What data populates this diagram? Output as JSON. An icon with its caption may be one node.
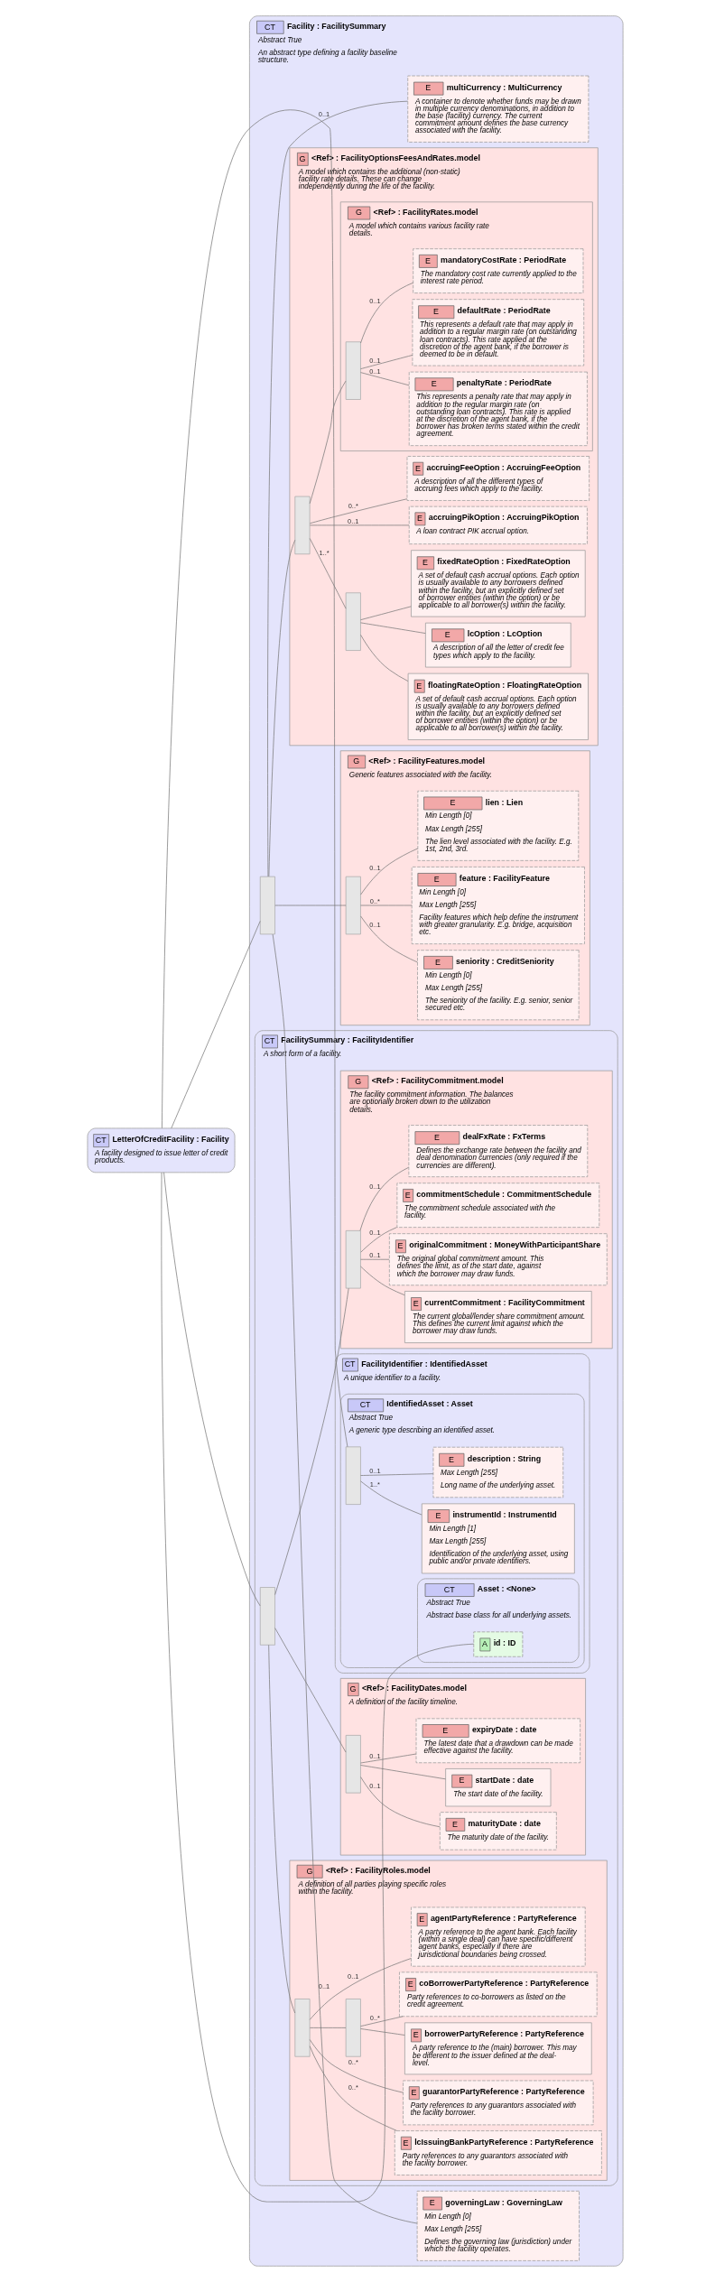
{
  "diagram": {
    "nodes": [
      {
        "text": [
          "CT",
          "LetterOfCreditFacility : Facility",
          "A facility designed to issue letter of credit products."
        ]
      },
      {
        "text": [
          "CT",
          "Facility : FacilitySummary",
          "Abstract True",
          "An abstract type defining a facility baseline structure."
        ]
      },
      {
        "text": [
          "CT",
          "FacilitySummary : FacilityIdentifier",
          "A short form of a facility."
        ],
        "in": 1
      },
      {
        "text": [
          "CT",
          "FacilityIdentifier : IdentifiedAsset",
          "A unique identifier to a facility."
        ],
        "in": 2
      },
      {
        "text": [
          "CT",
          "IdentifiedAsset : Asset",
          "Abstract True",
          "A generic type describing an identified asset."
        ],
        "in": 3
      },
      {
        "text": [
          "CT",
          "Asset : <None>",
          "Abstract True",
          "Abstract base class for all underlying assets."
        ],
        "in": 4
      },
      {
        "text": [
          "A",
          "id : ID"
        ],
        "in": 5
      },
      {
        "text": [],
        "shape": "bar",
        "in": 4
      },
      {
        "text": [
          "E",
          "instrumentId : InstrumentId",
          "Min Length [1]",
          "Max Length [255]",
          "Identification of the underlying asset, using public and/or private identifiers."
        ],
        "in": 4
      },
      {
        "text": [
          "E",
          "description : String",
          "Max Length [255]",
          "Long name of the underlying asset."
        ],
        "in": 4
      },
      {
        "text": [],
        "shape": "bar",
        "in": 2
      },
      {
        "text": [
          "G",
          "<Ref> : FacilityRoles.model",
          "A definition of all parties playing specific roles within the facility."
        ],
        "in": 2
      },
      {
        "text": [],
        "shape": "bar",
        "in": 11
      },
      {
        "text": [],
        "shape": "bar",
        "in": 11
      },
      {
        "text": [
          "E",
          "borrowerPartyReference : PartyReference",
          "A party reference to the (main) borrower. This may be different to the issuer defined at the deal-level."
        ],
        "in": 11
      },
      {
        "text": [
          "E",
          "coBorrowerPartyReference : PartyReference",
          "Party references to co-borrowers as listed on the credit agreement."
        ],
        "in": 11
      },
      {
        "text": [
          "E",
          "agentPartyReference : PartyReference",
          "A party reference to the agent bank. Each facility (within a single deal) can have specific/different agent banks, especially if there are jurisdictional boundaries being crossed."
        ],
        "in": 11
      },
      {
        "text": [
          "E",
          "lcIssuingBankPartyReference : PartyReference",
          "Party references to any guarantors associated with the facility borrower."
        ],
        "in": 11
      },
      {
        "text": [
          "E",
          "guarantorPartyReference : PartyReference",
          "Party references to any guarantors associated with the facility borrower."
        ],
        "in": 11
      },
      {
        "text": [
          "G",
          "<Ref> : FacilityDates.model",
          "A definition of the facility timeline."
        ],
        "in": 2
      },
      {
        "text": [],
        "shape": "bar",
        "in": 19
      },
      {
        "text": [
          "E",
          "startDate : date",
          "The start date of the facility."
        ],
        "in": 19
      },
      {
        "text": [
          "E",
          "expiryDate : date",
          "The latest date that a drawdown can be made effective against the facility."
        ],
        "in": 19
      },
      {
        "text": [
          "E",
          "maturityDate : date",
          "The maturity date of the facility."
        ],
        "in": 19
      },
      {
        "text": [
          "G",
          "<Ref> : FacilityCommitment.model",
          "The facility commitment information. The balances are optionally broken down to the utilization details."
        ],
        "in": 2
      },
      {
        "text": [],
        "shape": "bar",
        "in": 24
      },
      {
        "text": [
          "E",
          "currentCommitment : FacilityCommitment",
          "The current global/lender share commitment amount. This defines the current limit against which the borrower may draw funds."
        ],
        "in": 24
      },
      {
        "text": [
          "E",
          "originalCommitment : MoneyWithParticipantShare",
          "The original global commitment amount. This defines the limit, as of the start date, against which the borrower may draw funds."
        ],
        "in": 24
      },
      {
        "text": [
          "E",
          "commitmentSchedule : CommitmentSchedule",
          "The commitment schedule associated with the facility."
        ],
        "in": 24
      },
      {
        "text": [
          "E",
          "dealFxRate : FxTerms",
          "Defines the exchange rate between the facility and deal denomination currencies (only required if the currencies are different)."
        ],
        "in": 24
      },
      {
        "text": [],
        "shape": "bar",
        "in": 1
      },
      {
        "text": [
          "E",
          "governingLaw : GoverningLaw",
          "Min Length [0]",
          "Max Length [255]",
          "Defines the governing law (jurisdiction) under which the facility operates."
        ],
        "in": 1
      },
      {
        "text": [
          "G",
          "<Ref> : FacilityFeatures.model",
          "Generic features associated with the facility."
        ],
        "in": 1
      },
      {
        "text": [],
        "shape": "bar",
        "in": 32
      },
      {
        "text": [
          "E",
          "feature : FacilityFeature",
          "Min Length [0]",
          "Max Length [255]",
          "Facility features which help define the instrument with greater granularity. E.g. bridge, acquisition etc."
        ],
        "in": 32
      },
      {
        "text": [
          "E",
          "lien : Lien",
          "Min Length [0]",
          "Max Length [255]",
          "The lien level associated with the facility. E.g. 1st, 2nd, 3rd."
        ],
        "in": 32
      },
      {
        "text": [
          "E",
          "seniority : CreditSeniority",
          "Min Length [0]",
          "Max Length [255]",
          "The seniority of the facility. E.g. senior, senior secured etc."
        ],
        "in": 32
      },
      {
        "text": [
          "G",
          "<Ref> : FacilityOptionsFeesAndRates.model",
          "A model which contains the additional (non-static) facility rate details. These can change independently during the life of the facility."
        ],
        "in": 1
      },
      {
        "text": [],
        "shape": "bar",
        "in": 37
      },
      {
        "text": [],
        "shape": "bar",
        "in": 37
      },
      {
        "text": [
          "E",
          "fixedRateOption : FixedRateOption",
          "A set of default cash accrual options. Each option is usually available to any borrowers defined within the facility, but an explicitly defined set of borrower entities (within the option) or be applicable to all borrower(s) within the facility."
        ],
        "in": 37
      },
      {
        "text": [
          "E",
          "floatingRateOption : FloatingRateOption",
          "A set of default cash accrual options. Each option is usually available to any borrowers defined within the facility, but an explicitly defined set of borrower entities (within the option) or be applicable to all borrower(s) within the facility."
        ],
        "in": 37
      },
      {
        "text": [
          "E",
          "lcOption : LcOption",
          "A description of all the letter of credit fee types which apply to the facility."
        ],
        "in": 37
      },
      {
        "text": [
          "E",
          "accruingPikOption : AccruingPikOption",
          "A loan contract PIK accrual option."
        ],
        "in": 37
      },
      {
        "text": [
          "E",
          "accruingFeeOption : AccruingFeeOption",
          "A description of all the different types of accruing fees which apply to the facility."
        ],
        "in": 37
      },
      {
        "text": [
          "G",
          "<Ref> : FacilityRates.model",
          "A model which contains various facility rate details."
        ],
        "in": 37
      },
      {
        "text": [],
        "shape": "bar",
        "in": 45
      },
      {
        "text": [
          "E",
          "defaultRate : PeriodRate",
          "This represents a default rate that may apply in addition to a regular margin rate (on outstanding loan contracts). This rate applied at the discretion of the agent bank, if the borrower is deemed to be in default."
        ],
        "in": 45
      },
      {
        "text": [
          "E",
          "mandatoryCostRate : PeriodRate",
          "The mandatory cost rate currently applied to the interest rate period."
        ],
        "in": 45
      },
      {
        "text": [
          "E",
          "penaltyRate : PeriodRate",
          "This represents a penalty rate that may apply in addition to the regular margin rate (on outstanding loan contracts). This rate is applied at the discretion of the agent bank, if the borrower has broken terms stated within the credit agreement."
        ],
        "in": 45
      },
      {
        "text": [
          "E",
          "multiCurrency : MultiCurrency",
          "A container to denote whether funds may be drawn in multiple currency denominations, in addition to the base (facility) currency. The current commitment amount defines the base currency associated with the facility."
        ],
        "in": 1
      }
    ],
    "edges": [
      {
        "from": 0,
        "to": 6,
        "arrow": "none"
      },
      {
        "from": 0,
        "to": 7,
        "arrow": "none"
      },
      {
        "from": 0,
        "to": 10,
        "arrow": "none"
      },
      {
        "from": 0,
        "to": 30,
        "arrow": "none"
      },
      {
        "from": 7,
        "to": 8,
        "arrow": "none",
        "label": "1..*"
      },
      {
        "from": 7,
        "to": 9,
        "arrow": "none",
        "label": "0..1"
      },
      {
        "from": 10,
        "to": 12,
        "arrow": "none"
      },
      {
        "from": 10,
        "to": 20,
        "arrow": "none"
      },
      {
        "from": 10,
        "to": 25,
        "arrow": "none"
      },
      {
        "from": 12,
        "to": 13,
        "arrow": "none"
      },
      {
        "from": 13,
        "to": 14,
        "arrow": "none"
      },
      {
        "from": 13,
        "to": 15,
        "arrow": "none",
        "label": "0..*"
      },
      {
        "from": 12,
        "to": 16,
        "arrow": "none",
        "label": "0..1"
      },
      {
        "from": 12,
        "to": 17,
        "arrow": "none",
        "label": "0..*"
      },
      {
        "from": 12,
        "to": 18,
        "arrow": "none",
        "label": "0..*"
      },
      {
        "from": 20,
        "to": 21,
        "arrow": "none"
      },
      {
        "from": 20,
        "to": 22,
        "arrow": "none",
        "label": "0..1"
      },
      {
        "from": 20,
        "to": 23,
        "arrow": "none",
        "label": "0..1"
      },
      {
        "from": 25,
        "to": 26,
        "arrow": "none"
      },
      {
        "from": 25,
        "to": 27,
        "arrow": "none",
        "label": "0..1"
      },
      {
        "from": 25,
        "to": 28,
        "arrow": "none",
        "label": "0..1"
      },
      {
        "from": 25,
        "to": 29,
        "arrow": "none",
        "label": "0..1"
      },
      {
        "from": 30,
        "to": 31,
        "arrow": "none",
        "label": "0..1"
      },
      {
        "from": 30,
        "to": 33,
        "arrow": "none"
      },
      {
        "from": 30,
        "to": 38,
        "arrow": "none"
      },
      {
        "from": 30,
        "to": 50,
        "arrow": "none",
        "label": "0..1"
      },
      {
        "from": 33,
        "to": 34,
        "arrow": "none",
        "label": "0..*"
      },
      {
        "from": 33,
        "to": 35,
        "arrow": "none",
        "label": "0..1"
      },
      {
        "from": 33,
        "to": 36,
        "arrow": "none",
        "label": "0..1"
      },
      {
        "from": 38,
        "to": 39,
        "arrow": "none",
        "label": "1..*"
      },
      {
        "from": 39,
        "to": 40,
        "arrow": "none"
      },
      {
        "from": 39,
        "to": 41,
        "arrow": "none"
      },
      {
        "from": 39,
        "to": 42,
        "arrow": "none"
      },
      {
        "from": 38,
        "to": 43,
        "arrow": "none",
        "label": "0..1"
      },
      {
        "from": 38,
        "to": 44,
        "arrow": "none",
        "label": "0..*"
      },
      {
        "from": 38,
        "to": 46,
        "arrow": "none"
      },
      {
        "from": 46,
        "to": 47,
        "arrow": "none",
        "label": "0..1"
      },
      {
        "from": 46,
        "to": 48,
        "arrow": "none",
        "label": "0..1"
      },
      {
        "from": 46,
        "to": 49,
        "arrow": "none",
        "label": "0..1"
      }
    ]
  }
}
